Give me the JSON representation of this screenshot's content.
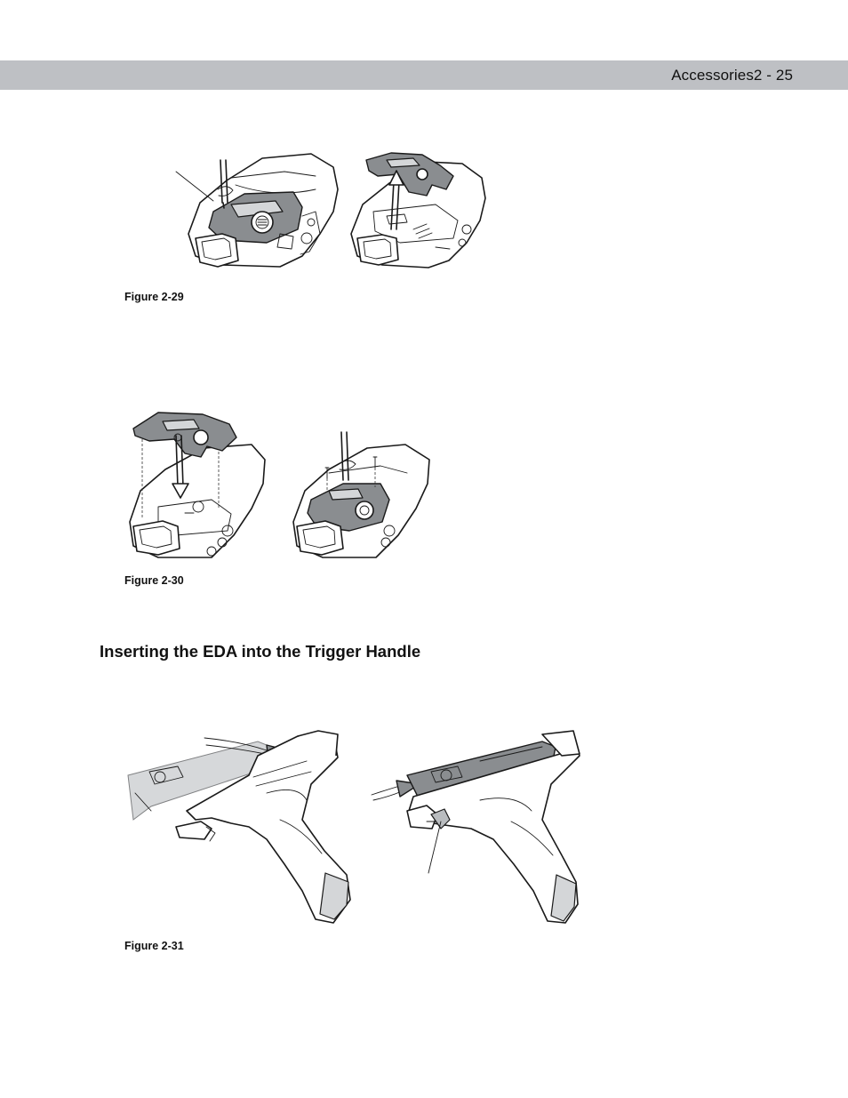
{
  "header": {
    "title": "Accessories2 - 25"
  },
  "figures": [
    {
      "caption": "Figure 2-29"
    },
    {
      "caption": "Figure 2-30"
    },
    {
      "caption": "Figure 2-31"
    }
  ],
  "section": {
    "title": "Inserting the EDA into the Trigger Handle"
  },
  "colors": {
    "header_bar": "#bec0c4",
    "accent_gray": "#8a8d90"
  }
}
